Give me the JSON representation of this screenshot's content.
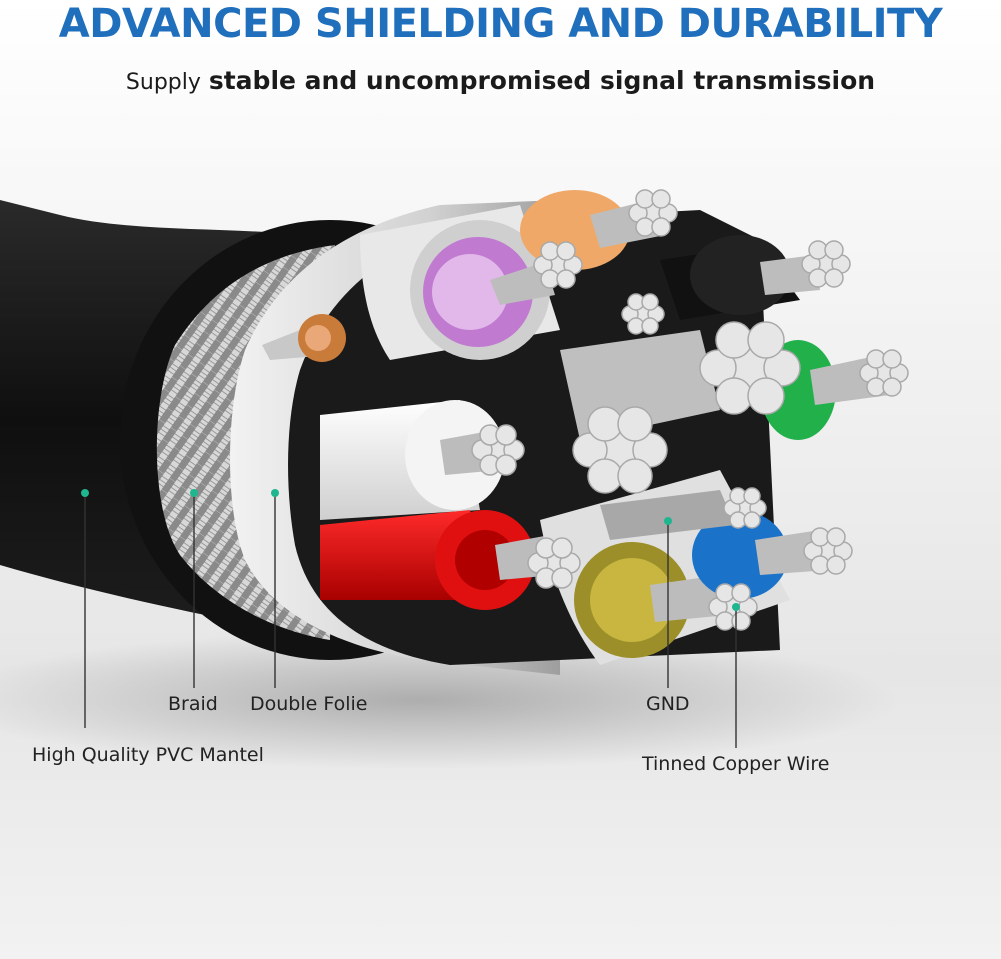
{
  "header": {
    "title": "ADVANCED SHIELDING AND DURABILITY",
    "subtitle_lead": "Supply",
    "subtitle_rest": "stable and uncompromised signal transmission"
  },
  "colors": {
    "title": "#1f6fbd",
    "marker": "#1fb58f",
    "jacket": "#141414"
  },
  "callouts": {
    "pvc": "High Quality PVC Mantel",
    "braid": "Braid",
    "foil": "Double Folie",
    "gnd": "GND",
    "copper": "Tinned Copper Wire"
  }
}
